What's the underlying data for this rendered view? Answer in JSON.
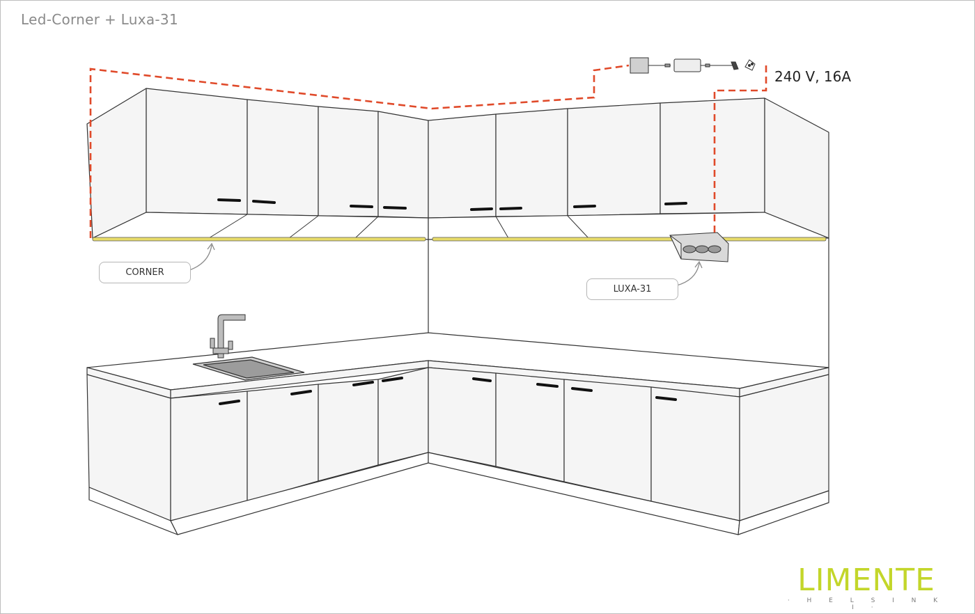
{
  "title": "Led-Corner + Luxa-31",
  "power_label": "240 V, 16A",
  "callouts": {
    "corner": "CORNER",
    "luxa": "LUXA-31"
  },
  "brand": {
    "name": "LIMENTE",
    "sub": "· H E L S I N K I ·"
  },
  "colors": {
    "outline": "#333333",
    "cabinet_fill": "#f5f5f5",
    "led_strip": "#e8dc6a",
    "wiring": "#e04a2a",
    "brand": "#c3d62a"
  },
  "components": [
    "led-strip-corner",
    "led-strip-right",
    "luxa-31-spotlight",
    "driver",
    "transformer",
    "plug",
    "faucet",
    "sink"
  ]
}
